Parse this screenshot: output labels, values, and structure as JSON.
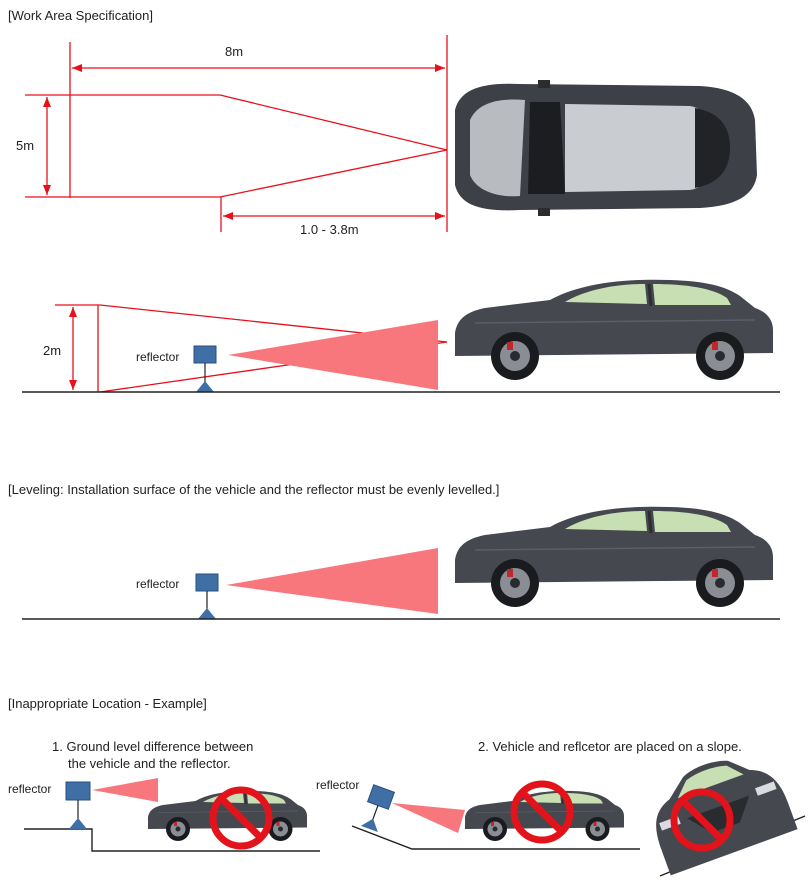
{
  "sections": {
    "work_area_title": "[Work Area Specification]",
    "leveling_title": "[Leveling: Installation surface of the vehicle and the reflector must be evenly levelled.]",
    "inappropriate_title": "[Inappropriate Location - Example]"
  },
  "dimensions": {
    "length": "8m",
    "width": "5m",
    "distance": "1.0 - 3.8m",
    "height": "2m"
  },
  "labels": {
    "reflector": "reflector"
  },
  "examples": {
    "example1_line1": "1. Ground level difference between",
    "example1_line2": "the vehicle and the reflector.",
    "example2": "2. Vehicle and reflcetor are placed on a slope."
  },
  "colors": {
    "dimension_red": "#e8101b",
    "beam_red": "#f7777d",
    "reflector_blue": "#3f6fa5",
    "car_body": "#45484f",
    "prohibit_red": "#e3131b"
  }
}
